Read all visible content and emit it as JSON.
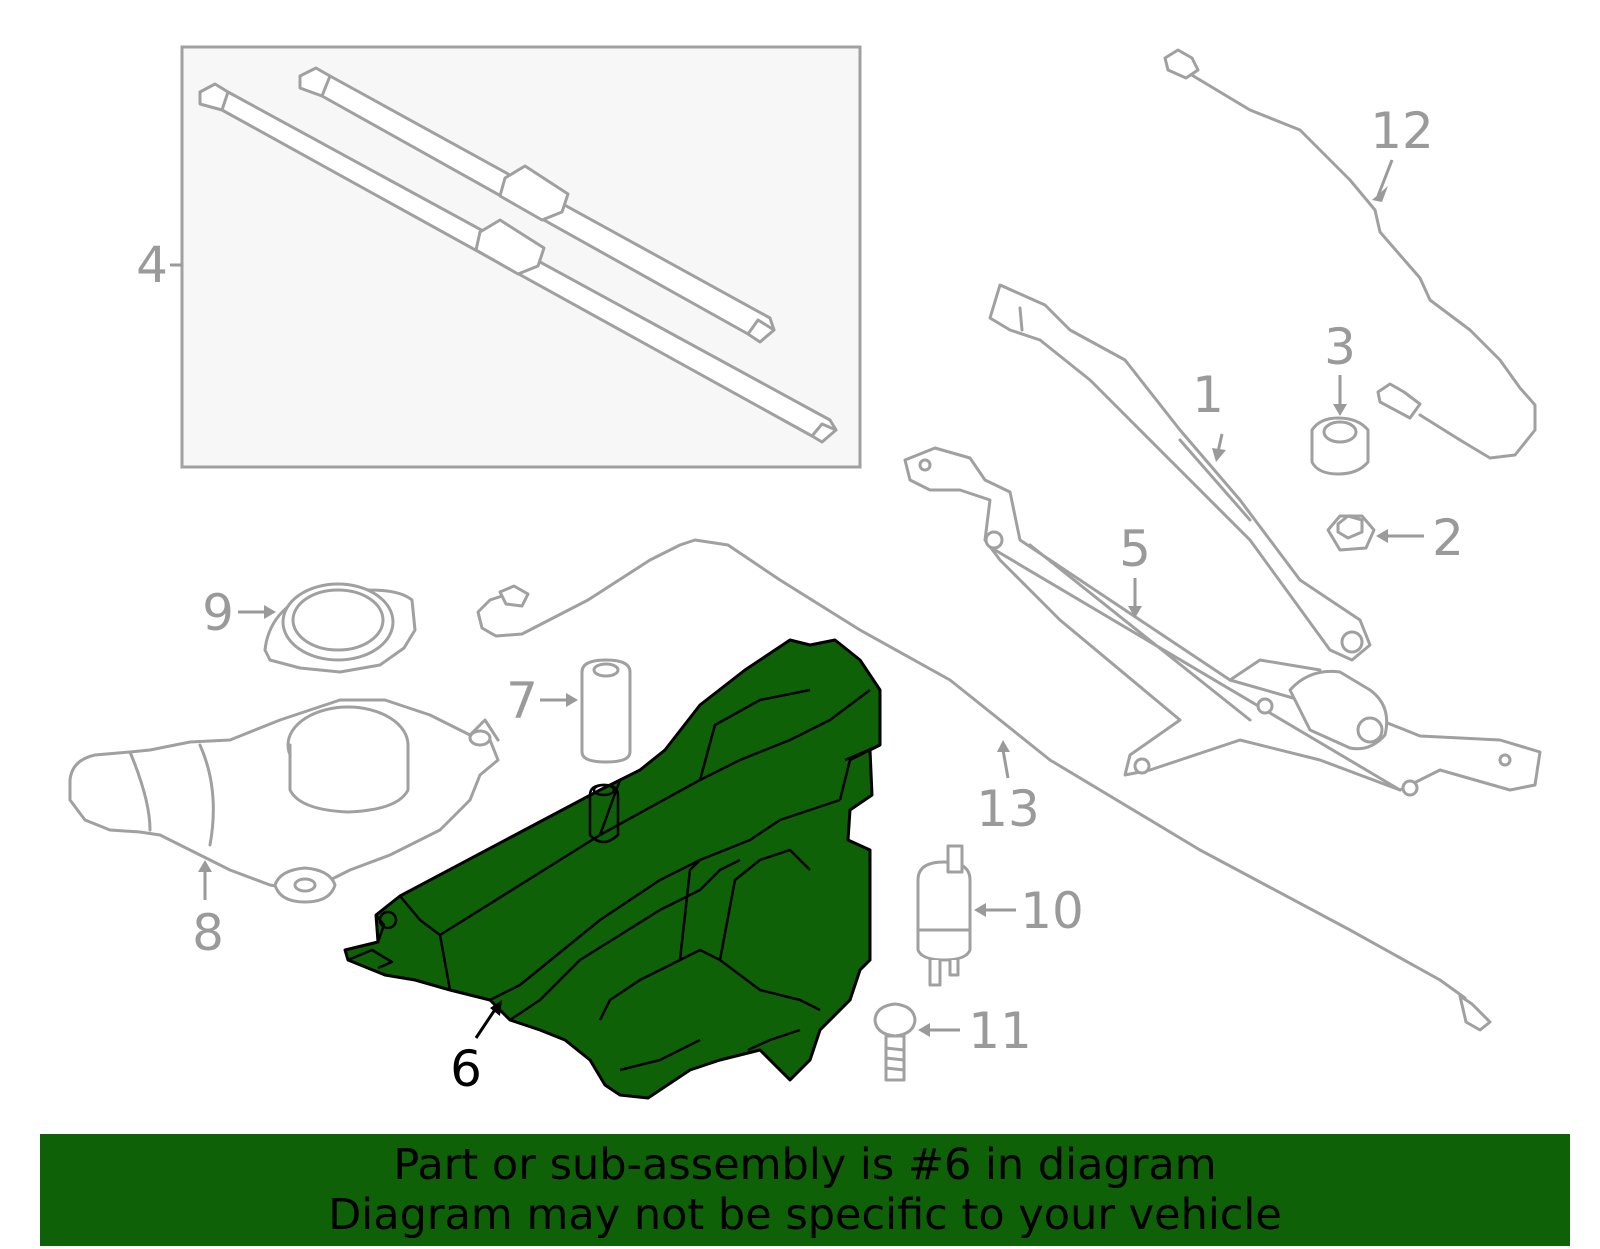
{
  "diagram": {
    "callouts": [
      {
        "id": "1",
        "label": "1"
      },
      {
        "id": "2",
        "label": "2"
      },
      {
        "id": "3",
        "label": "3"
      },
      {
        "id": "4",
        "label": "4"
      },
      {
        "id": "5",
        "label": "5"
      },
      {
        "id": "6",
        "label": "6"
      },
      {
        "id": "7",
        "label": "7"
      },
      {
        "id": "8",
        "label": "8"
      },
      {
        "id": "9",
        "label": "9"
      },
      {
        "id": "10",
        "label": "10"
      },
      {
        "id": "11",
        "label": "11"
      },
      {
        "id": "12",
        "label": "12"
      },
      {
        "id": "13",
        "label": "13"
      }
    ],
    "highlighted_part": "6",
    "colors": {
      "highlight": "#0e6106",
      "outline": "#a0a0a0",
      "label": "#9a9a9a"
    }
  },
  "banner": {
    "line1": "Part or sub-assembly is #6 in diagram",
    "line2": "Diagram may not be specific to your vehicle"
  }
}
